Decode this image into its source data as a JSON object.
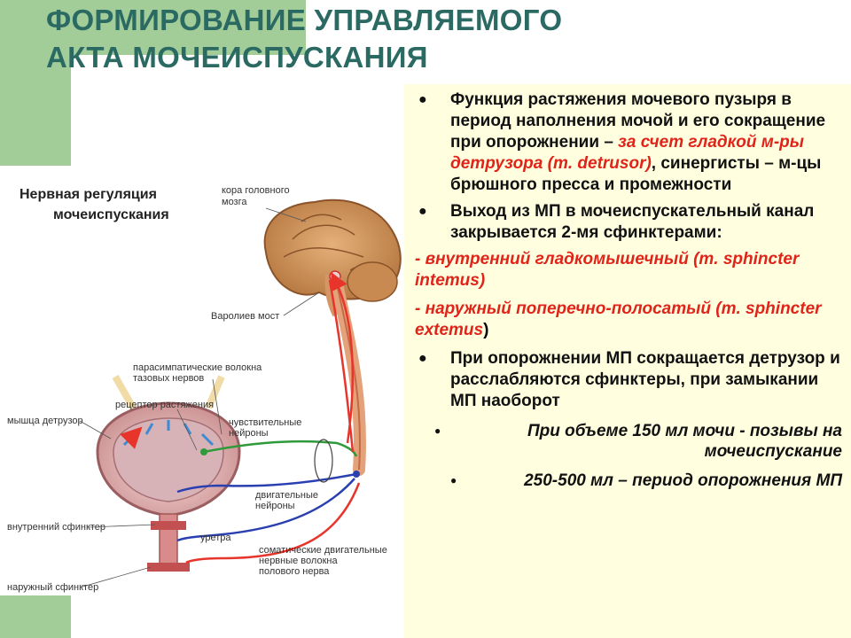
{
  "title": {
    "line1": "ФОРМИРОВАНИЕ УПРАВЛЯЕМОГО",
    "line2": "АКТА МОЧЕИСПУСКАНИЯ"
  },
  "diagram": {
    "heading_line1": "Нервная регуляция",
    "heading_line2": "мочеиспускания",
    "labels": {
      "cortex_1": "кора головного",
      "cortex_2": "мозга",
      "pons": "Варолиев мост",
      "parasymp_1": "парасимпатические волокна",
      "parasymp_2": "тазовых нервов",
      "receptor": "рецептор растяжения",
      "detrusor": "мышца детрузор",
      "sensory_1": "чувствительные",
      "sensory_2": "нейроны",
      "motor_1": "двигательные",
      "motor_2": "нейроны",
      "inner_sphincter": "внутренний сфинктер",
      "urethra": "уретра",
      "somatic_1": "соматические двигательные",
      "somatic_2": "нервные волокна",
      "somatic_3": "полового нерва",
      "outer_sphincter": "наружный сфинктер"
    }
  },
  "panel": {
    "item1": {
      "text_a": "Функция растяжения мочевого пузыря в период наполнения мочой и его сокращение при опорожнении – ",
      "text_red": "за счет гладкой м-ры детрузора (m. detrusor)",
      "text_b": ", синергисты – м-цы брюшного пресса и промежности"
    },
    "item2": "Выход из МП в мочеиспускательный канал закрывается 2-мя сфинктерами:",
    "dash1": "- внутренний гладкомышечный  (m. sphincter intemus)",
    "dash2_red": "- наружный поперечно-полосатый (m. sphincter  extemus",
    "dash2_close": ")",
    "item3": "При опорожнении МП сокращается детрузор и расслабляются сфинктеры, при замыкании МП наоборот",
    "sub1": "При объеме 150 мл мочи  - позывы на мочеиспускание",
    "sub2": "250-500 мл – период опорожнения МП"
  },
  "colors": {
    "title": "#2b6a63",
    "accent_green": "#a3cd98",
    "panel_bg": "#ffffe0",
    "highlight_red": "#e0241a",
    "nerve_red": "#e8352c",
    "nerve_green": "#2e9a3a",
    "nerve_blue": "#2a3fb0"
  }
}
